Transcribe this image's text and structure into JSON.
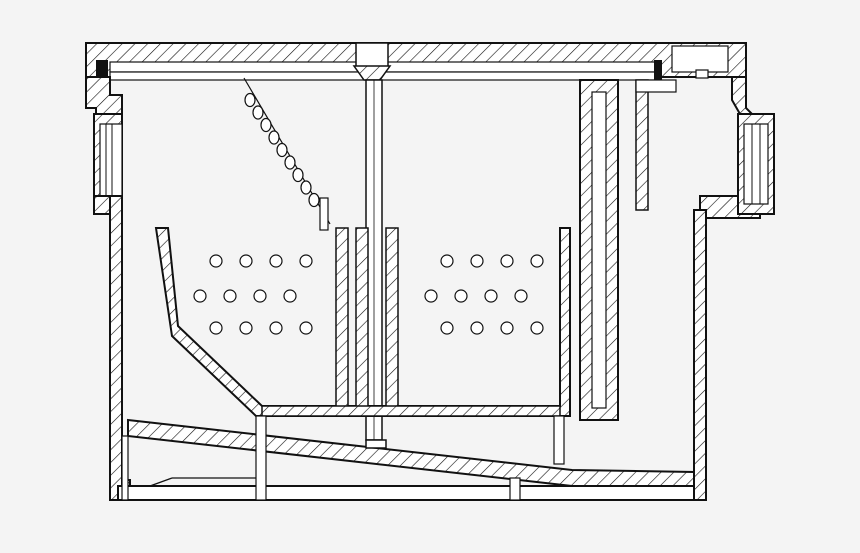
{
  "diagram": {
    "kind": "cross-section drawing",
    "colors": {
      "background": "#f4f4f4",
      "line": "#111111",
      "fill": "#ffffff",
      "gasket": "#111111"
    },
    "perforation_holes_per_basket_side": 12,
    "chain_links": 9
  }
}
